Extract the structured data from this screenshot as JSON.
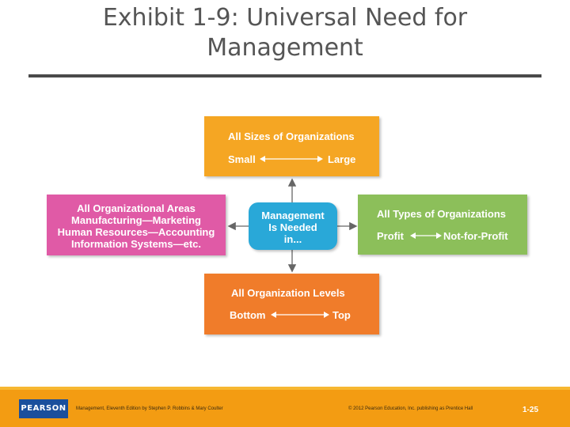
{
  "title_line1": "Exhibit 1-9: Universal Need for",
  "title_line2": "Management",
  "sizes": {
    "heading": "All Sizes of Organizations",
    "left": "Small",
    "right": "Large"
  },
  "areas": {
    "line1": "All Organizational Areas",
    "line2": "Manufacturing—Marketing",
    "line3": "Human Resources—Accounting",
    "line4": "Information Systems—etc."
  },
  "center": {
    "line1": "Management",
    "line2": "Is Needed",
    "line3": "in..."
  },
  "types": {
    "heading": "All Types of Organizations",
    "left": "Profit",
    "right": "Not-for-Profit"
  },
  "levels": {
    "heading": "All Organization Levels",
    "left": "Bottom",
    "right": "Top"
  },
  "footer": {
    "logo": "PEARSON",
    "book": "Management, Eleventh Edition by Stephen P. Robbins & Mary Coulter",
    "copyright": "© 2012 Pearson Education, Inc. publishing as Prentice Hall",
    "page": "1-25"
  },
  "colors": {
    "sizes": "#f5a623",
    "areas": "#e05aa6",
    "center": "#29a8d8",
    "types": "#8cbf5a",
    "levels": "#f07c2a",
    "footer": "#f39c12"
  }
}
